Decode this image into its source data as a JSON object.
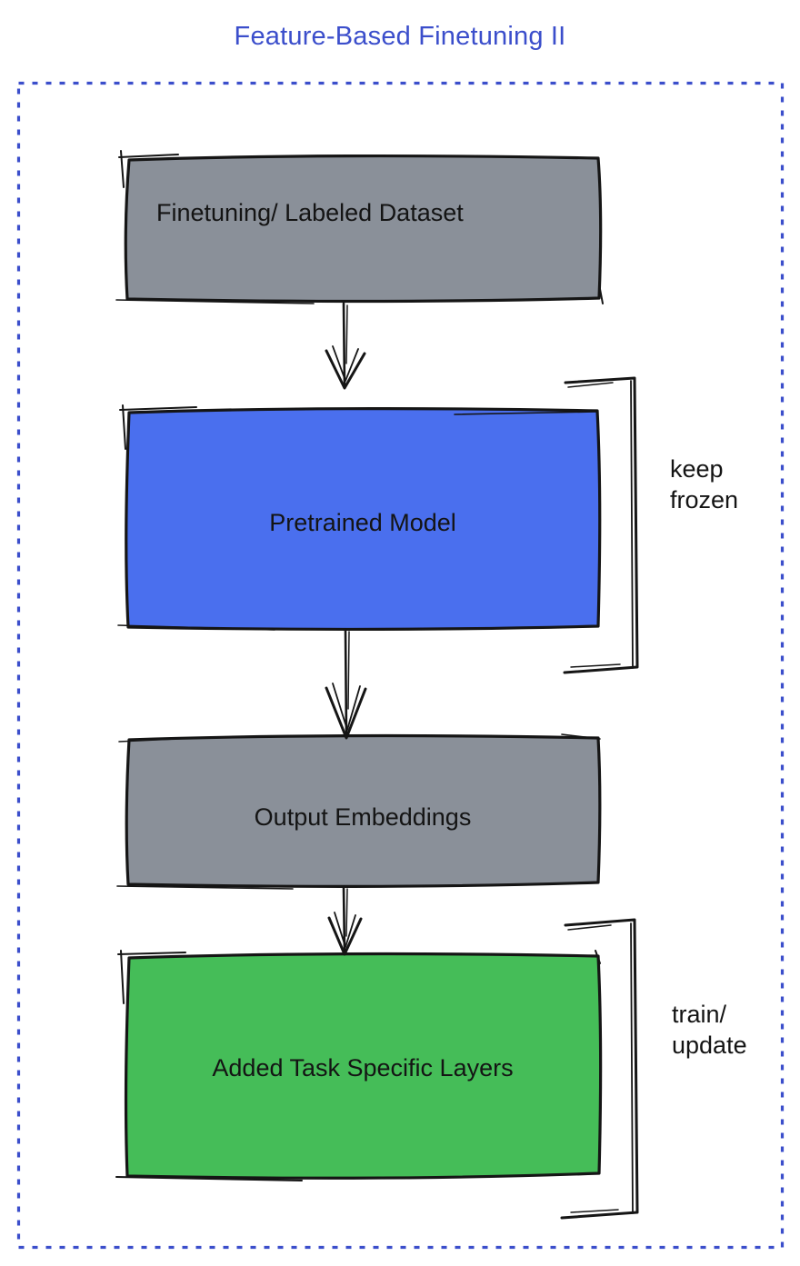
{
  "title": "Feature-Based Finetuning II",
  "colors": {
    "accent_blue": "#3b4ecb",
    "ink": "#151515",
    "box_gray": "#8a9099",
    "box_blue": "#4a6fee",
    "box_green": "#45bd58",
    "label_black": "#141414"
  },
  "diagram": {
    "boxes": [
      {
        "id": "dataset",
        "label": "Finetuning/ Labeled Dataset",
        "fill_color": "#8a9099"
      },
      {
        "id": "pretrained",
        "label": "Pretrained Model",
        "fill_color": "#4a6fee"
      },
      {
        "id": "embeddings",
        "label": "Output Embeddings",
        "fill_color": "#8a9099"
      },
      {
        "id": "task-layers",
        "label": "Added Task Specific Layers",
        "fill_color": "#45bd58"
      }
    ],
    "annotations": [
      {
        "id": "keep-frozen",
        "label": "keep\nfrozen"
      },
      {
        "id": "train-update",
        "label": "train/\nupdate"
      }
    ]
  }
}
